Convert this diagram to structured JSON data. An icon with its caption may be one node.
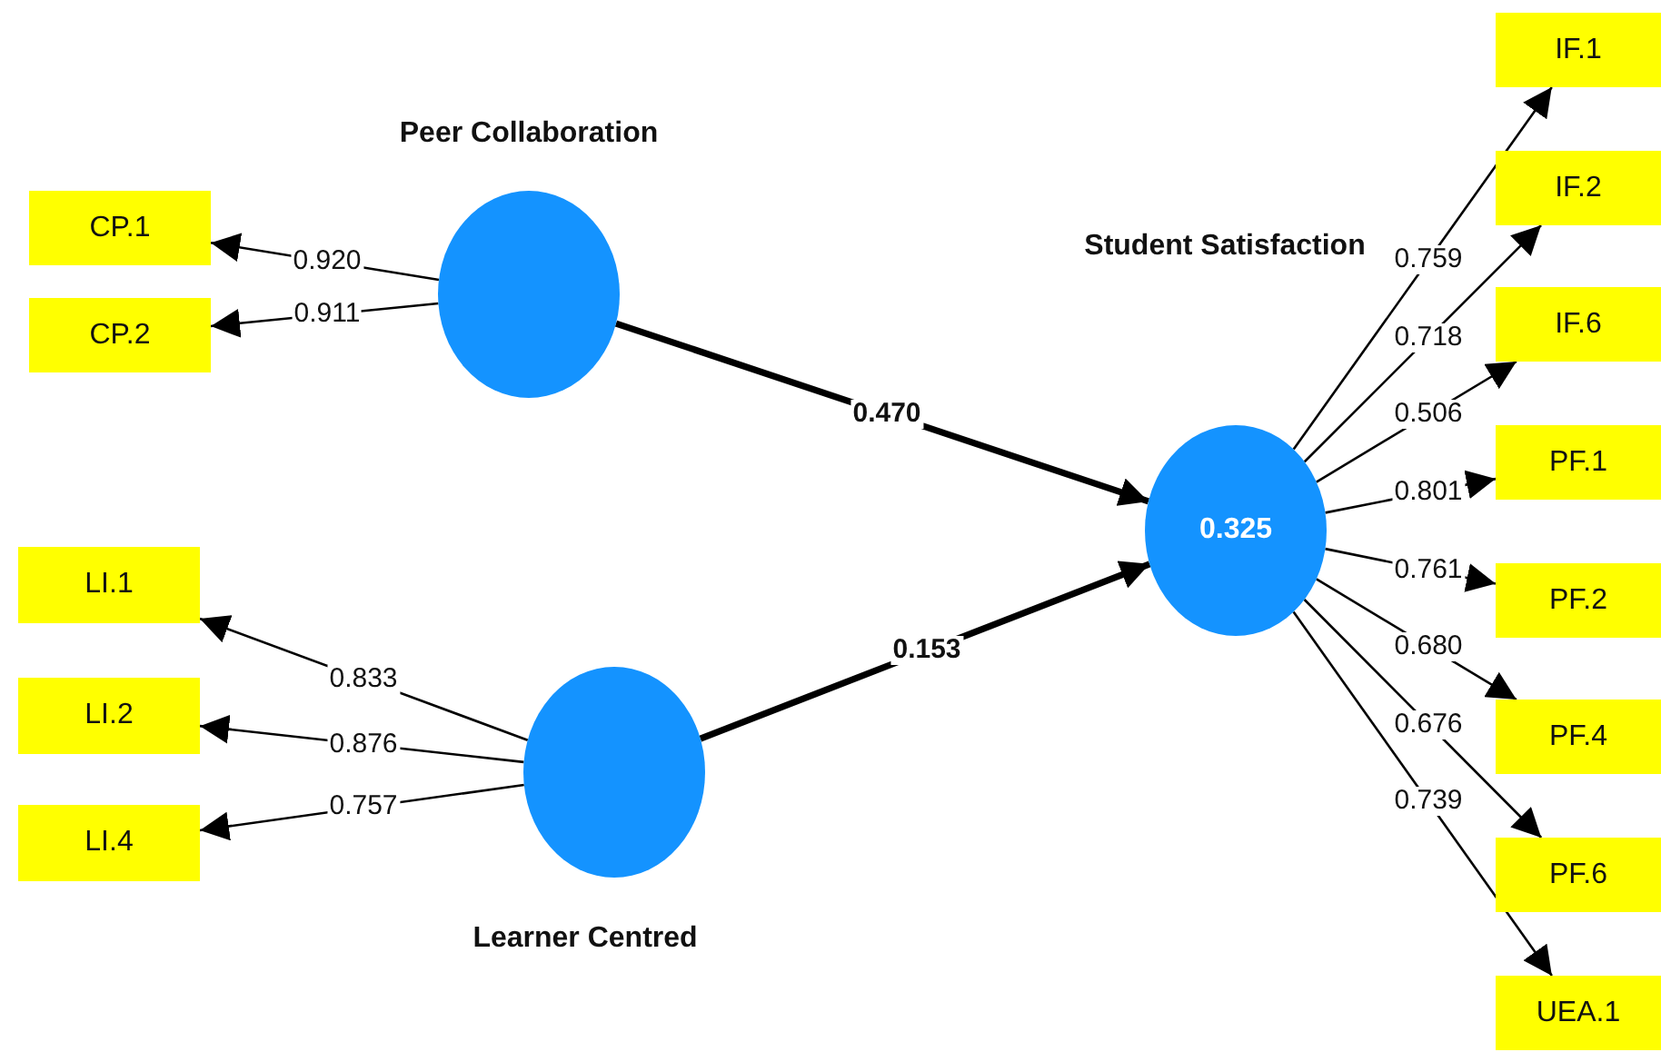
{
  "diagram": {
    "nodes": [
      {
        "text": [
          "Peer Collaboration"
        ]
      },
      {
        "text": [
          "CP.1"
        ]
      },
      {
        "text": [
          "CP.2"
        ]
      },
      {
        "text": [
          "Learner Centred"
        ]
      },
      {
        "text": [
          "LI.1"
        ]
      },
      {
        "text": [
          "LI.2"
        ]
      },
      {
        "text": [
          "LI.4"
        ]
      },
      {
        "text": [
          "0.325"
        ]
      },
      {
        "text": [
          "IF.1"
        ]
      },
      {
        "text": [
          "IF.2"
        ]
      },
      {
        "text": [
          "IF.6"
        ]
      },
      {
        "text": [
          "PF.1"
        ]
      },
      {
        "text": [
          "PF.2"
        ]
      },
      {
        "text": [
          "PF.4"
        ]
      },
      {
        "text": [
          "PF.6"
        ]
      },
      {
        "text": [
          "UEA.1"
        ]
      }
    ],
    "edges": [
      {
        "from": 0,
        "to": 1,
        "arrow": "to",
        "label": "0.920"
      },
      {
        "from": 0,
        "to": 2,
        "arrow": "to",
        "label": "0.911"
      },
      {
        "from": 3,
        "to": 4,
        "arrow": "to",
        "label": "0.833"
      },
      {
        "from": 3,
        "to": 5,
        "arrow": "to",
        "label": "0.876"
      },
      {
        "from": 3,
        "to": 6,
        "arrow": "to",
        "label": "0.757"
      },
      {
        "from": 0,
        "to": 7,
        "arrow": "to",
        "label": "0.470",
        "style": "thick"
      },
      {
        "from": 3,
        "to": 7,
        "arrow": "to",
        "label": "0.153",
        "style": "thick"
      },
      {
        "from": 7,
        "to": 8,
        "arrow": "to",
        "label": "0.759"
      },
      {
        "from": 7,
        "to": 9,
        "arrow": "to",
        "label": "0.718"
      },
      {
        "from": 7,
        "to": 10,
        "arrow": "to",
        "label": "0.506"
      },
      {
        "from": 7,
        "to": 11,
        "arrow": "to",
        "label": "0.801"
      },
      {
        "from": 7,
        "to": 12,
        "arrow": "to",
        "label": "0.761"
      },
      {
        "from": 7,
        "to": 13,
        "arrow": "to",
        "label": "0.680"
      },
      {
        "from": 7,
        "to": 14,
        "arrow": "to",
        "label": "0.676"
      },
      {
        "from": 7,
        "to": 15,
        "arrow": "to",
        "label": "0.739"
      }
    ],
    "labels": [
      "Student Satisfaction"
    ]
  }
}
